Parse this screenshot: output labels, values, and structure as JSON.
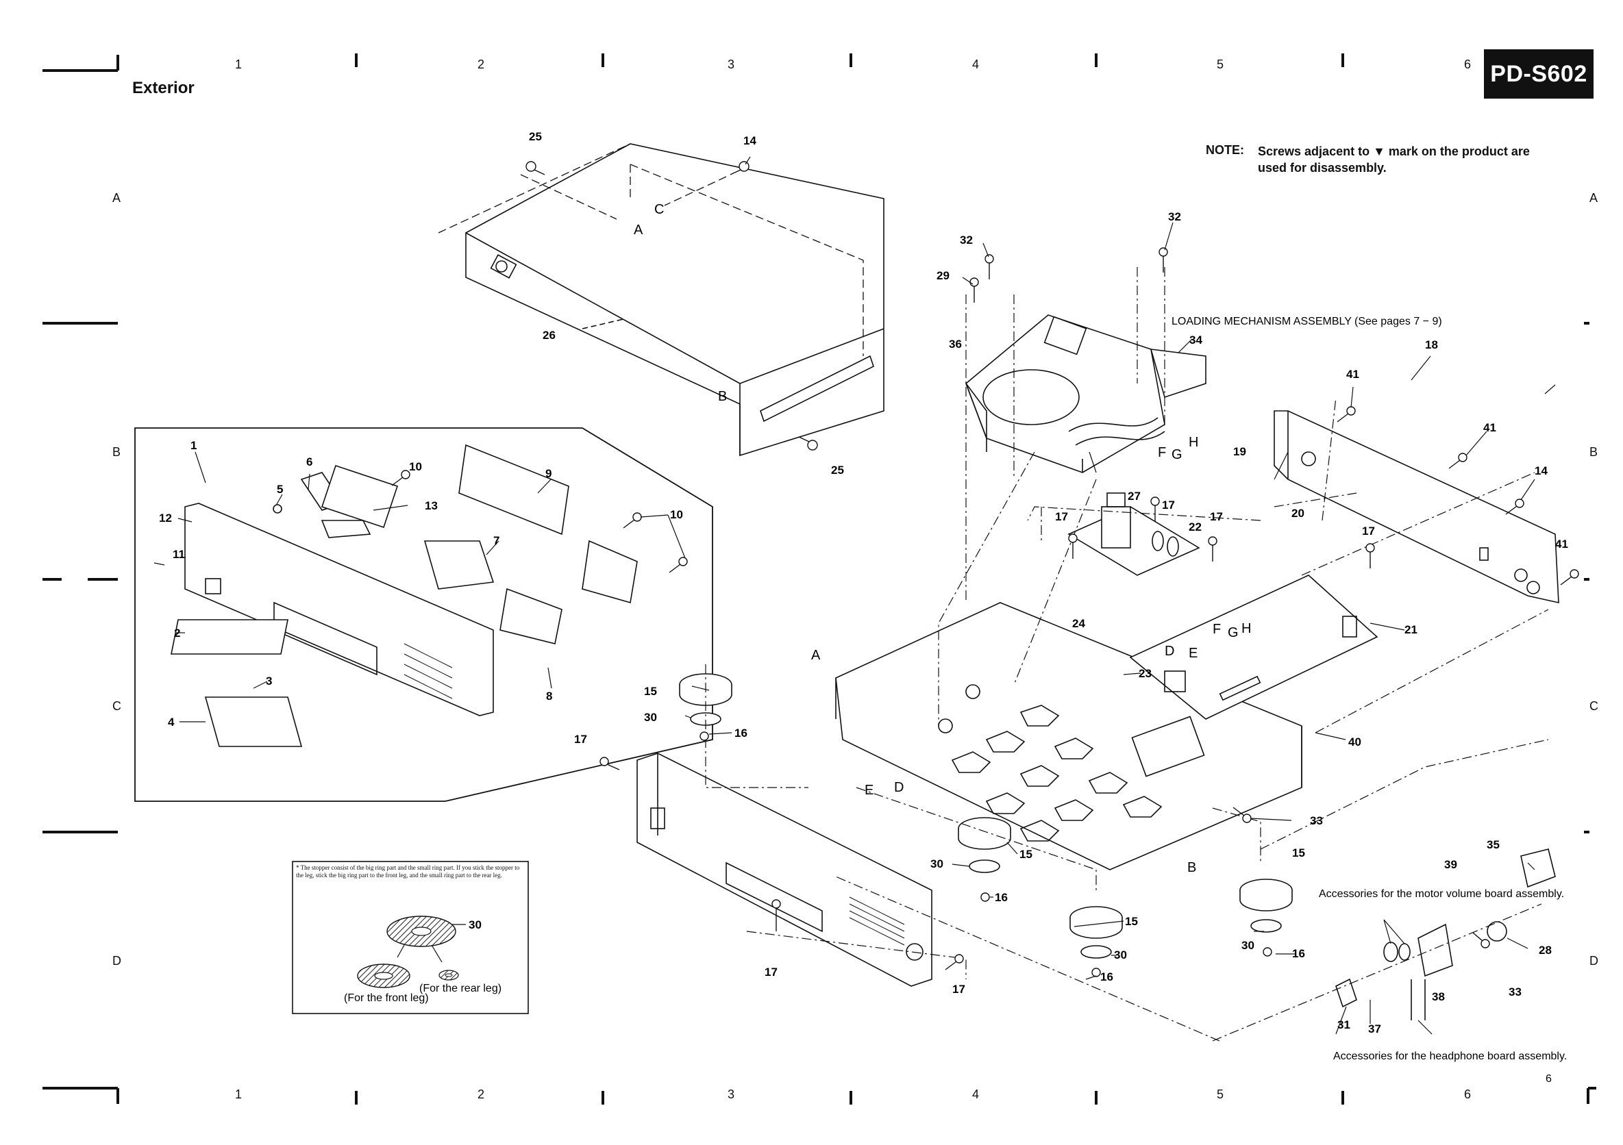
{
  "header": {
    "model_badge": "PD-S602",
    "section_title": "Exterior",
    "column_numbers": [
      "1",
      "2",
      "3",
      "4",
      "5",
      "6"
    ],
    "row_letters": [
      "A",
      "B",
      "C",
      "D"
    ]
  },
  "note": {
    "label": "NOTE:",
    "text": "Screws adjacent to ▼ mark on the product are used for disassembly."
  },
  "labels": {
    "loading_mechanism": "LOADING MECHANISM ASSEMBLY (See pages 7 − 9)",
    "motor_accessories": "Accessories for the motor volume board assembly.",
    "headphone_accessories": "Accessories for the headphone board assembly.",
    "page_number": "6"
  },
  "stopper_inset": {
    "note": "* The stopper consist of the big ring part and the small ring part. If you stick the stopper to the leg, stick the big ring part to the front leg, and the small ring part to the rear leg.",
    "front_leg": "(For the front leg)",
    "rear_leg": "(For the rear leg)",
    "part": "30"
  },
  "callouts": [
    {
      "id": "c25a",
      "text": "25"
    },
    {
      "id": "c14a",
      "text": "14"
    },
    {
      "id": "c26",
      "text": "26"
    },
    {
      "id": "c25b",
      "text": "25"
    },
    {
      "id": "c32a",
      "text": "32"
    },
    {
      "id": "c32b",
      "text": "32"
    },
    {
      "id": "c29",
      "text": "29"
    },
    {
      "id": "c36",
      "text": "36"
    },
    {
      "id": "c34",
      "text": "34"
    },
    {
      "id": "c18",
      "text": "18"
    },
    {
      "id": "c41a",
      "text": "41"
    },
    {
      "id": "c41b",
      "text": "41"
    },
    {
      "id": "c14b",
      "text": "14"
    },
    {
      "id": "c41c",
      "text": "41"
    },
    {
      "id": "c19",
      "text": "19"
    },
    {
      "id": "c20",
      "text": "20"
    },
    {
      "id": "c27",
      "text": "27"
    },
    {
      "id": "c17a",
      "text": "17"
    },
    {
      "id": "c17b",
      "text": "17"
    },
    {
      "id": "c17c",
      "text": "17"
    },
    {
      "id": "c22",
      "text": "22"
    },
    {
      "id": "c17d",
      "text": "17"
    },
    {
      "id": "c24",
      "text": "24"
    },
    {
      "id": "c21",
      "text": "21"
    },
    {
      "id": "c23",
      "text": "23"
    },
    {
      "id": "c40",
      "text": "40"
    },
    {
      "id": "c33a",
      "text": "33"
    },
    {
      "id": "c35",
      "text": "35"
    },
    {
      "id": "c39",
      "text": "39"
    },
    {
      "id": "c28",
      "text": "28"
    },
    {
      "id": "c33b",
      "text": "33"
    },
    {
      "id": "c38",
      "text": "38"
    },
    {
      "id": "c31",
      "text": "31"
    },
    {
      "id": "c37",
      "text": "37"
    },
    {
      "id": "c15a",
      "text": "15"
    },
    {
      "id": "c30a",
      "text": "30"
    },
    {
      "id": "c16a",
      "text": "16"
    },
    {
      "id": "c17e",
      "text": "17"
    },
    {
      "id": "c15b",
      "text": "15"
    },
    {
      "id": "c30b",
      "text": "30"
    },
    {
      "id": "c16b",
      "text": "16"
    },
    {
      "id": "c15c",
      "text": "15"
    },
    {
      "id": "c30c",
      "text": "30"
    },
    {
      "id": "c16c",
      "text": "16"
    },
    {
      "id": "c15d",
      "text": "15"
    },
    {
      "id": "c30d",
      "text": "30"
    },
    {
      "id": "c16d",
      "text": "16"
    },
    {
      "id": "c17f",
      "text": "17"
    },
    {
      "id": "c17g",
      "text": "17"
    },
    {
      "id": "c1",
      "text": "1"
    },
    {
      "id": "c12",
      "text": "12"
    },
    {
      "id": "c11",
      "text": "11"
    },
    {
      "id": "c5",
      "text": "5"
    },
    {
      "id": "c6",
      "text": "6"
    },
    {
      "id": "c10a",
      "text": "10"
    },
    {
      "id": "c13",
      "text": "13"
    },
    {
      "id": "c9",
      "text": "9"
    },
    {
      "id": "c7",
      "text": "7"
    },
    {
      "id": "c10b",
      "text": "10"
    },
    {
      "id": "c2",
      "text": "2"
    },
    {
      "id": "c3",
      "text": "3"
    },
    {
      "id": "c4",
      "text": "4"
    },
    {
      "id": "c8",
      "text": "8"
    }
  ],
  "letters": [
    {
      "id": "lA1",
      "text": "A"
    },
    {
      "id": "lC1",
      "text": "C"
    },
    {
      "id": "lB1",
      "text": "B"
    },
    {
      "id": "lF1",
      "text": "F"
    },
    {
      "id": "lG1",
      "text": "G"
    },
    {
      "id": "lH1",
      "text": "H"
    },
    {
      "id": "lA2",
      "text": "A"
    },
    {
      "id": "lD1",
      "text": "D"
    },
    {
      "id": "lE1",
      "text": "E"
    },
    {
      "id": "lF2",
      "text": "F"
    },
    {
      "id": "lG2",
      "text": "G"
    },
    {
      "id": "lH2",
      "text": "H"
    },
    {
      "id": "lE2",
      "text": "E"
    },
    {
      "id": "lD2",
      "text": "D"
    },
    {
      "id": "lB2",
      "text": "B"
    }
  ]
}
